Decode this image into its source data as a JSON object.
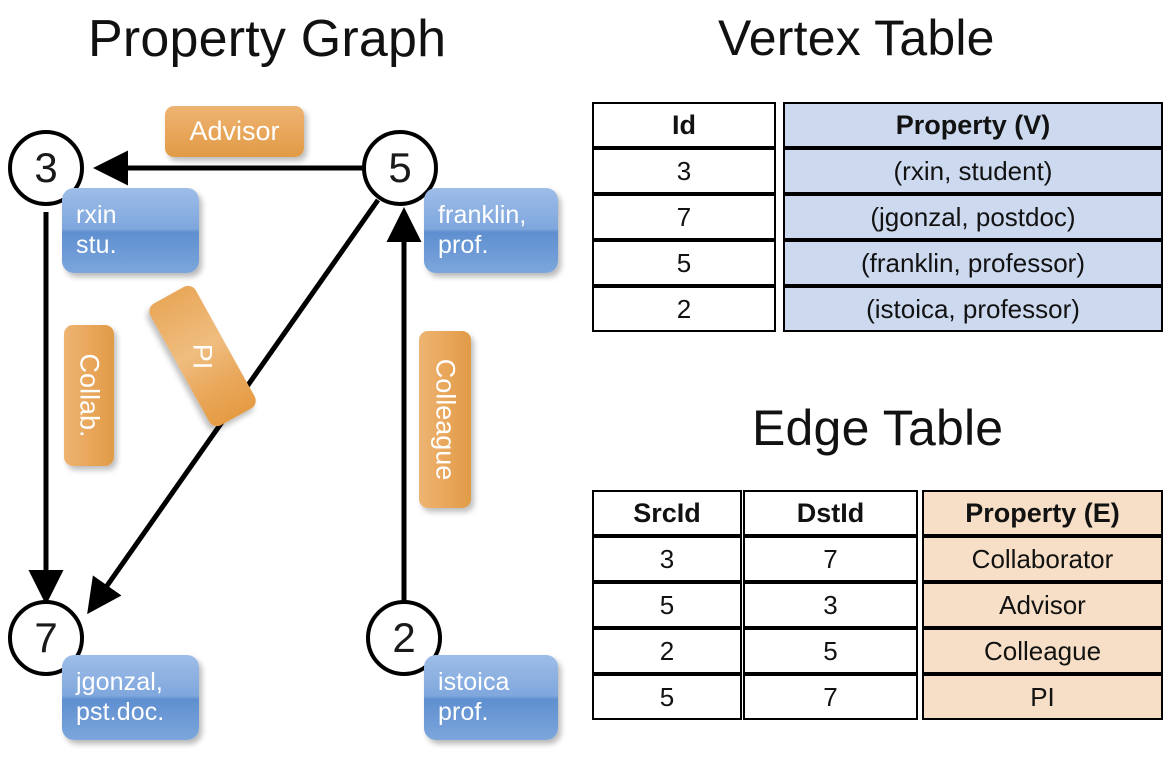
{
  "graph": {
    "title": "Property Graph",
    "nodes": [
      {
        "id": "3",
        "label": "3",
        "property_lines": [
          "rxin",
          "stu."
        ]
      },
      {
        "id": "5",
        "label": "5",
        "property_lines": [
          "franklin,",
          "prof."
        ]
      },
      {
        "id": "7",
        "label": "7",
        "property_lines": [
          "jgonzal,",
          "pst.doc."
        ]
      },
      {
        "id": "2",
        "label": "2",
        "property_lines": [
          "istoica",
          "prof."
        ]
      }
    ],
    "edge_labels": [
      {
        "name": "advisor",
        "text": "Advisor",
        "orientation": "horizontal"
      },
      {
        "name": "collab",
        "text": "Collab.",
        "orientation": "vertical"
      },
      {
        "name": "pi",
        "text": "PI",
        "orientation": "diagonal"
      },
      {
        "name": "colleague",
        "text": "Colleague",
        "orientation": "vertical"
      }
    ],
    "edges": [
      {
        "from": "5",
        "to": "3",
        "label": "Advisor"
      },
      {
        "from": "3",
        "to": "7",
        "label": "Collab."
      },
      {
        "from": "5",
        "to": "7",
        "label": "PI"
      },
      {
        "from": "2",
        "to": "5",
        "label": "Colleague"
      }
    ]
  },
  "vertex_table": {
    "title": "Vertex Table",
    "headers": [
      "Id",
      "Property (V)"
    ],
    "rows": [
      {
        "id": "3",
        "property": "(rxin, student)"
      },
      {
        "id": "7",
        "property": "(jgonzal, postdoc)"
      },
      {
        "id": "5",
        "property": "(franklin, professor)"
      },
      {
        "id": "2",
        "property": "(istoica, professor)"
      }
    ]
  },
  "edge_table": {
    "title": "Edge Table",
    "headers": [
      "SrcId",
      "DstId",
      "Property (E)"
    ],
    "rows": [
      {
        "src": "3",
        "dst": "7",
        "property": "Collaborator"
      },
      {
        "src": "5",
        "dst": "3",
        "property": "Advisor"
      },
      {
        "src": "2",
        "dst": "5",
        "property": "Colleague"
      },
      {
        "src": "5",
        "dst": "7",
        "property": "PI"
      }
    ]
  },
  "colors": {
    "node_stroke": "#000000",
    "vertex_property_fill": "#ccd9ef",
    "edge_property_fill": "#f6dfc6",
    "callout_blue": "#7fa7dd",
    "label_orange": "#e9a85a",
    "background": "#ffffff"
  }
}
